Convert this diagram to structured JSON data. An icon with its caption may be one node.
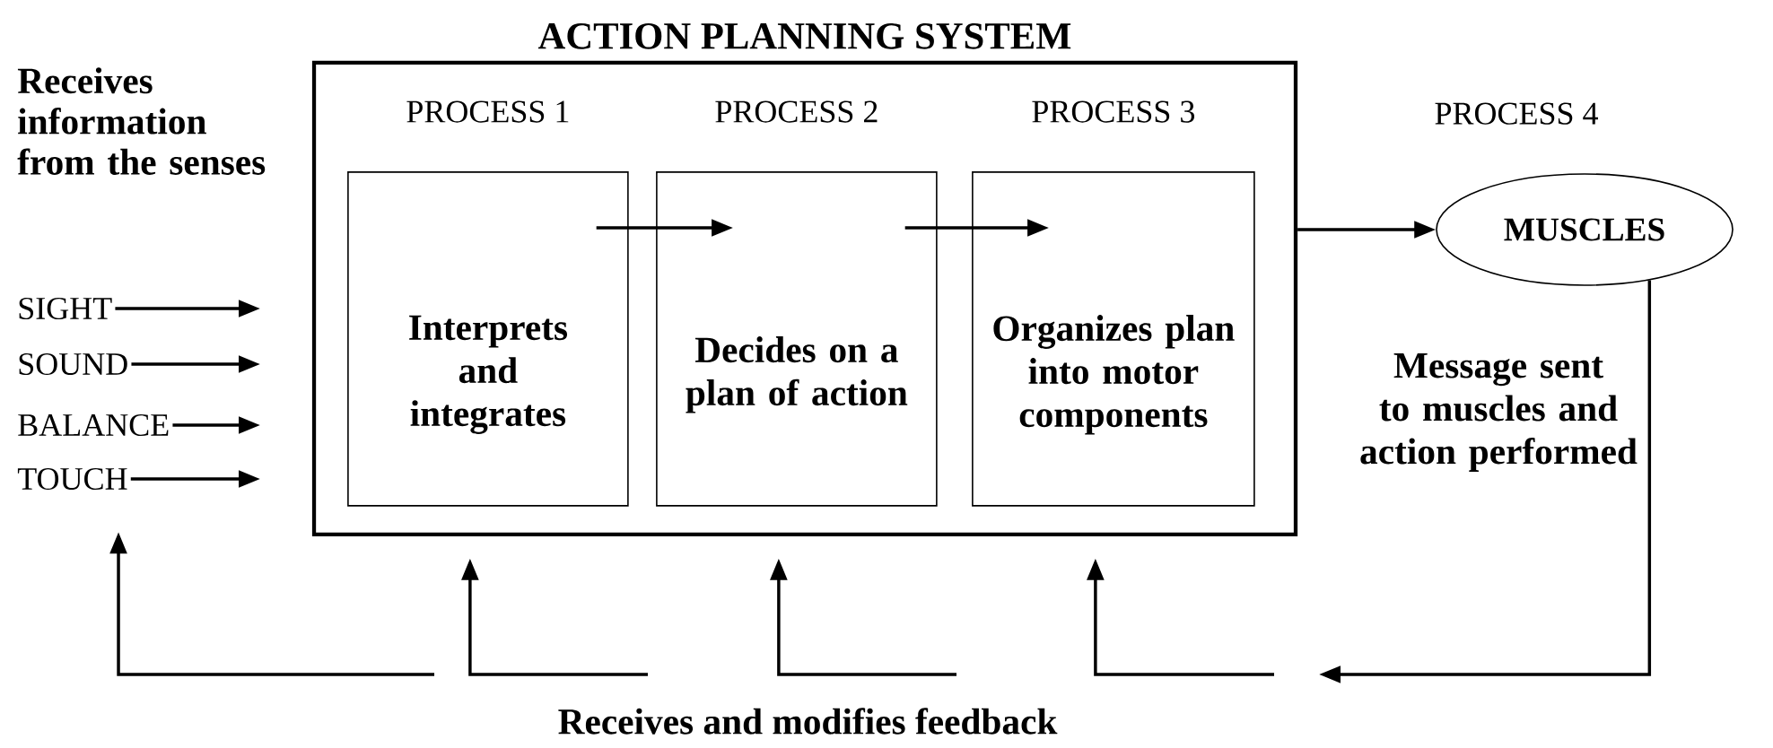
{
  "diagram": {
    "nodes": [
      {
        "text": [
          "ACTION PLANNING SYSTEM"
        ]
      },
      {
        "text": [
          "PROCESS 1",
          "Interprets and integrates"
        ],
        "in": 0
      },
      {
        "text": [
          "PROCESS 2",
          "Decides on a plan of action"
        ],
        "in": 0
      },
      {
        "text": [
          "PROCESS 3",
          "Organizes plan into motor components"
        ],
        "in": 0
      },
      {
        "text": [
          "MUSCLES"
        ]
      },
      {
        "text": [
          "SIGHT"
        ]
      },
      {
        "text": [
          "SOUND"
        ]
      },
      {
        "text": [
          "BALANCE"
        ]
      },
      {
        "text": [
          "TOUCH"
        ]
      }
    ],
    "edges": [
      {
        "from": 5,
        "to": null,
        "arrow": "to"
      },
      {
        "from": 6,
        "to": null,
        "arrow": "to"
      },
      {
        "from": 7,
        "to": null,
        "arrow": "to"
      },
      {
        "from": 8,
        "to": null,
        "arrow": "to"
      },
      {
        "from": 1,
        "to": 2,
        "arrow": "to"
      },
      {
        "from": 2,
        "to": 3,
        "arrow": "to"
      },
      {
        "from": 0,
        "to": 4,
        "arrow": "to"
      },
      {
        "from": 4,
        "to": null,
        "arrow": "to"
      },
      {
        "from": null,
        "to": 3,
        "arrow": "to"
      },
      {
        "from": null,
        "to": 2,
        "arrow": "to"
      },
      {
        "from": null,
        "to": 1,
        "arrow": "to"
      },
      {
        "from": null,
        "to": 8,
        "arrow": "to"
      }
    ],
    "labels": [
      "Receives information from the senses",
      "PROCESS 4",
      "Message sent to muscles and action performed",
      "Receives and modifies feedback"
    ]
  }
}
